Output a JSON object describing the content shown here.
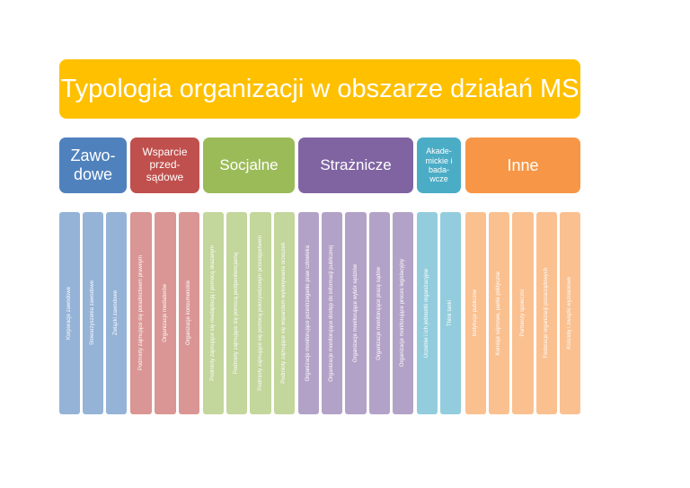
{
  "title": "Typologia organizacji w obszarze działań MS",
  "colors": {
    "title": "#ffc000",
    "zawodowe": "#4f81bd",
    "zawodowe_light": "#95b3d7",
    "wsparcie": "#c0504d",
    "wsparcie_light": "#d99694",
    "socjalne": "#9bbb59",
    "socjalne_light": "#c3d69b",
    "straznicze": "#8064a2",
    "straznicze_light": "#b3a2c7",
    "akademickie": "#4bacc6",
    "akademickie_light": "#93cddd",
    "inne": "#f79646",
    "inne_light": "#fac090"
  },
  "categories": [
    {
      "label": "Zawo-\ndowe",
      "items": [
        "Korporacje zawodowe",
        "Stowarzyszenia zawodowe",
        "Związki zawodowe"
      ]
    },
    {
      "label": "Wsparcie\nprzed-\nsądowe",
      "items": [
        "Podmioty zajmujące się poradnictwem prawnym",
        "Organizacje mediatorów",
        "Organizacje konsumenckie"
      ]
    },
    {
      "label": "Socjalne",
      "items": [
        "Podmioty zajmujące się readaptacją i pomocą skazanym",
        "Podmioty zajmujące się pomocą postpenitencjarną",
        "Podmioty zajmujące się pomocą pokrzywdzonym przestępstwem",
        "Podmioty zajmujące się wsparciem wykonywania orzeczeń"
      ]
    },
    {
      "label": "Strażnicze",
      "items": [
        "Organizacje monitorujące przestrzeganie praw człowieka",
        "Organizacje monitorujące dostęp do informacji publicznej",
        "Organizacje monitorujące wybór sędziów",
        "Organizacje monitorujące pracę sądów",
        "Organizacje monitorujące proces legislacyjny"
      ]
    },
    {
      "label": "Akade-\nmickie i\nbada-\nwcze",
      "items": [
        "Uczelnie i ich jednostki organizacyjne",
        "Think tanki"
      ]
    },
    {
      "label": "Inne",
      "items": [
        "Instytucje publiczne",
        "Komisje sejmowe, partie polityczne",
        "Partnerzy społeczni",
        "Federacje organizacji pozarządowych",
        "Kościoły i związki wyznaniowe"
      ]
    }
  ]
}
